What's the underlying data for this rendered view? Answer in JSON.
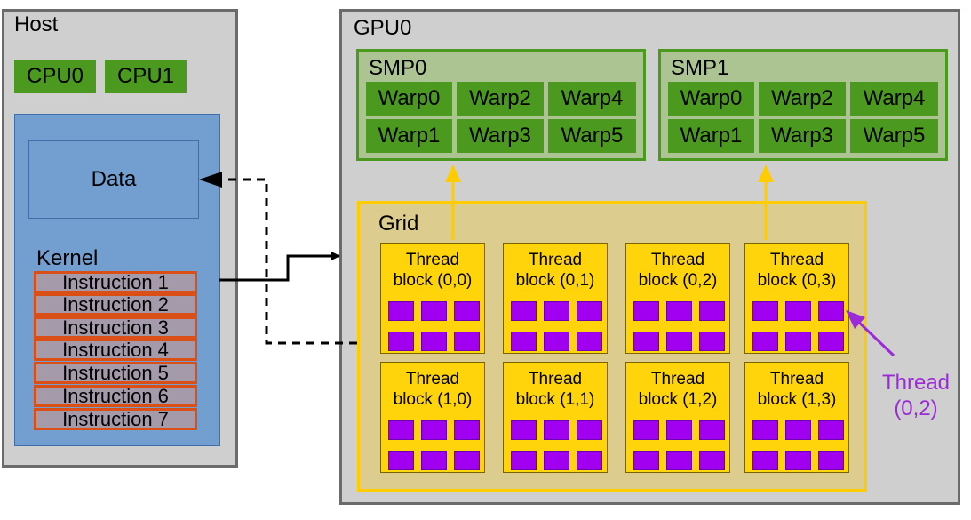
{
  "host": {
    "title": "Host",
    "cpus": [
      "CPU0",
      "CPU1"
    ],
    "data_label": "Data",
    "kernel_label": "Kernel",
    "instructions": [
      "Instruction 1",
      "Instruction 2",
      "Instruction 3",
      "Instruction 4",
      "Instruction 5",
      "Instruction 6",
      "Instruction 7"
    ]
  },
  "gpu": {
    "title": "GPU0",
    "smps": [
      {
        "name": "SMP0",
        "warps": [
          "Warp0",
          "Warp2",
          "Warp4",
          "Warp1",
          "Warp3",
          "Warp5"
        ]
      },
      {
        "name": "SMP1",
        "warps": [
          "Warp0",
          "Warp2",
          "Warp4",
          "Warp1",
          "Warp3",
          "Warp5"
        ]
      }
    ],
    "grid": {
      "title": "Grid",
      "blocks": [
        {
          "line1": "Thread",
          "line2": "block (0,0)"
        },
        {
          "line1": "Thread",
          "line2": "block (0,1)"
        },
        {
          "line1": "Thread",
          "line2": "block (0,2)"
        },
        {
          "line1": "Thread",
          "line2": "block (0,3)"
        },
        {
          "line1": "Thread",
          "line2": "block (1,0)"
        },
        {
          "line1": "Thread",
          "line2": "block (1,1)"
        },
        {
          "line1": "Thread",
          "line2": "block (1,2)"
        },
        {
          "line1": "Thread",
          "line2": "block (1,3)"
        }
      ],
      "threads_per_block": 6
    }
  },
  "annotation": {
    "line1": "Thread",
    "line2": "(0,2)"
  },
  "colors": {
    "host_bg": "#cfcfcf",
    "memory_blue": "#729fcf",
    "instruction_border": "#d94f16",
    "smp_green": "#4b9a1f",
    "grid_yellow": "#ffcc00",
    "block_fill": "#ffd40a",
    "thread_purple": "#a100f0",
    "annotation_purple": "#9b2ad8"
  }
}
